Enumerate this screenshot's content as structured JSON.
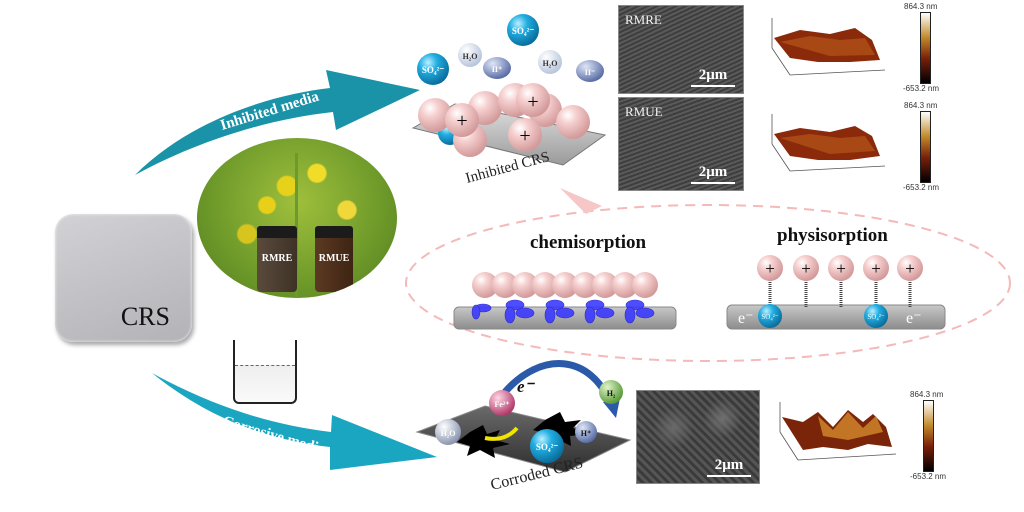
{
  "crs_box": {
    "label": "CRS"
  },
  "arrows": {
    "inhibited": {
      "label": "Inhibited media",
      "color": "#1a93a8"
    },
    "corrosive": {
      "label": "Corrosive media",
      "color": "#1aa6c0"
    }
  },
  "plant_photo": {
    "jar_labels": [
      "RMRE",
      "RMUE"
    ]
  },
  "inhibited_surface": {
    "label": "Inhibited CRS",
    "ions": [
      "SO42-",
      "H2O",
      "H+",
      "SO42-",
      "H2O",
      "H-"
    ],
    "ion_display": [
      {
        "base": "SO",
        "sub": "4",
        "sup": "2−"
      },
      {
        "base": "H",
        "sub": "2",
        "tail": "O"
      },
      {
        "base": "II",
        "sup": "+"
      },
      {
        "base": "SO",
        "sub": "4",
        "sup": "2−"
      },
      {
        "base": "H",
        "sub": "2",
        "tail": "O"
      },
      {
        "base": "II",
        "sup": "−"
      }
    ],
    "plus_sign": "+"
  },
  "micrographs": {
    "sem": [
      {
        "label": "RMRE",
        "scale": "2μm"
      },
      {
        "label": "RMUE",
        "scale": "2μm"
      },
      {
        "label": "",
        "scale": "2μm"
      }
    ],
    "afm": [
      {
        "max": "864.3 nm",
        "min": "-653.2 nm"
      },
      {
        "max": "864.3 nm",
        "min": "-653.2 nm"
      },
      {
        "max": "864.3 nm",
        "min": "-653.2 nm"
      }
    ]
  },
  "mechanism": {
    "chemisorption": {
      "title": "chemisorption"
    },
    "physisorption": {
      "title": "physisorption",
      "electron": "e⁻",
      "plus_sign": "+",
      "sulfate": "SO42-"
    }
  },
  "corroded_surface": {
    "label": "Corroded CRS",
    "electron": "e⁻",
    "species": [
      "Fe2+",
      "H2O",
      "SO42-",
      "H+",
      "H2"
    ]
  },
  "colors": {
    "teal": "#1a93a8",
    "pink_sphere": "#f2c4c4",
    "blue_ion": "#1aa7dc",
    "dashed_ellipse": "#f4b9b9",
    "crs_gray": "#bcbcc0"
  }
}
